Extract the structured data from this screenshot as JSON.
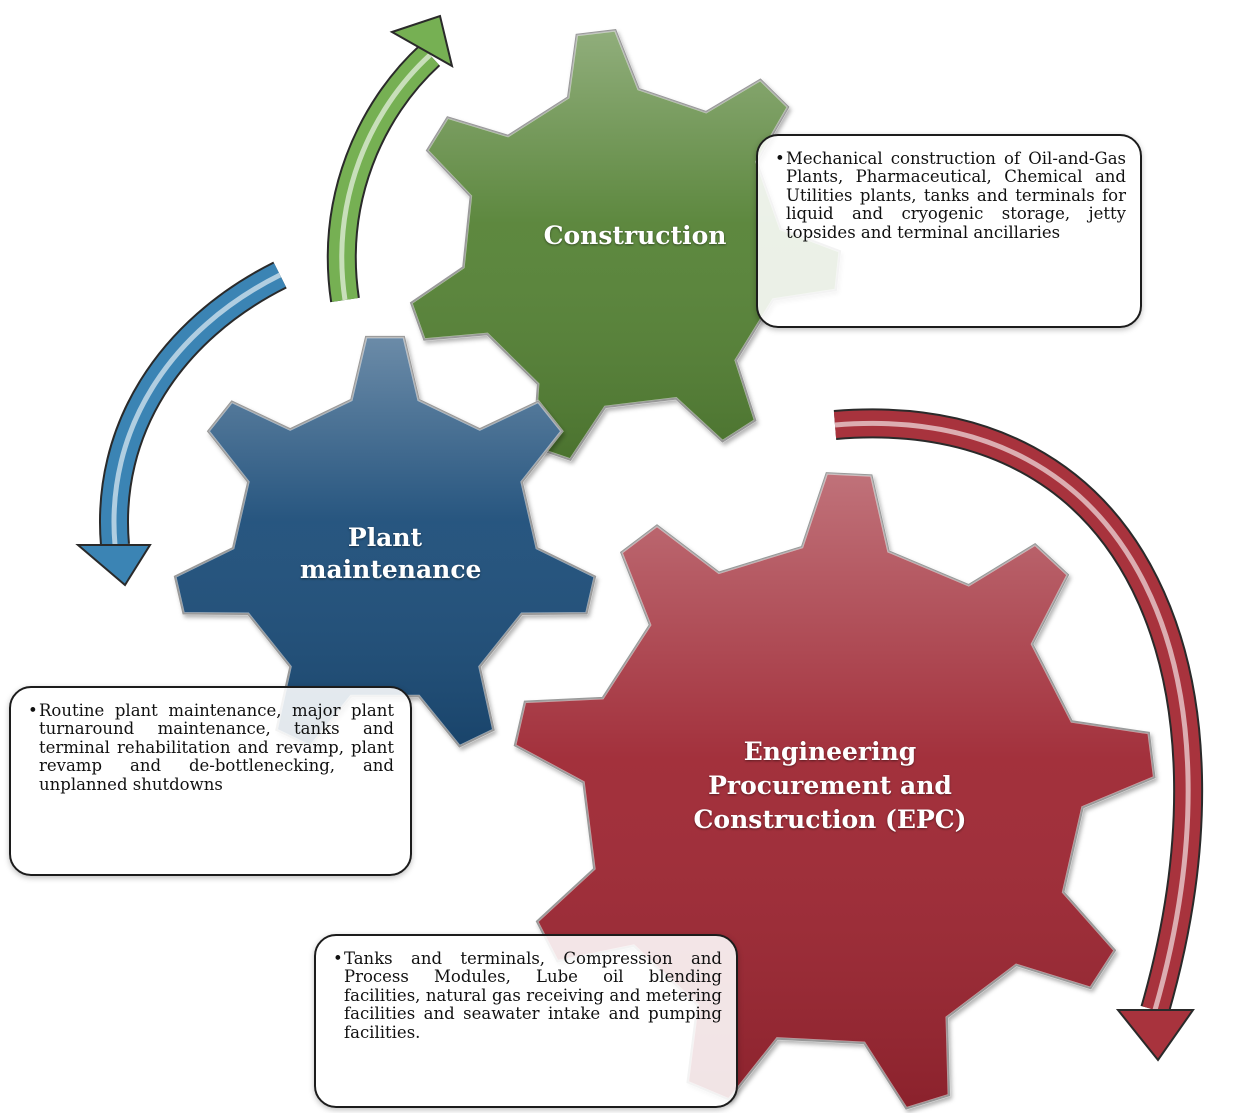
{
  "diagram": {
    "gears": [
      {
        "id": "construction",
        "label": "Construction",
        "color": "#548235"
      },
      {
        "id": "plant-maintenance",
        "label": "Plant maintenance",
        "color": "#1f4e79"
      },
      {
        "id": "epc",
        "label": "Engineering Procurement and Construction (EPC)",
        "color": "#9e2833"
      }
    ],
    "descriptions": [
      {
        "id": "construction",
        "text": "Mechanical construction of Oil-and-Gas Plants, Pharmaceutical, Chemical and Utilities plants, tanks and terminals for liquid and cryogenic storage, jetty topsides and terminal ancillaries"
      },
      {
        "id": "plant-maintenance",
        "text": "Routine plant maintenance, major plant turnaround maintenance, tanks and terminal rehabilitation and revamp, plant revamp and de-bottlenecking, and unplanned shutdowns"
      },
      {
        "id": "epc",
        "text": "Tanks and terminals, Compression and Process Modules, Lube oil blending facilities, natural gas receiving and metering facilities and seawater intake and pumping facilities."
      }
    ],
    "arrows": [
      {
        "id": "green",
        "color": "#76b053"
      },
      {
        "id": "blue",
        "color": "#3b84b4"
      },
      {
        "id": "red",
        "color": "#a8333d"
      }
    ]
  }
}
